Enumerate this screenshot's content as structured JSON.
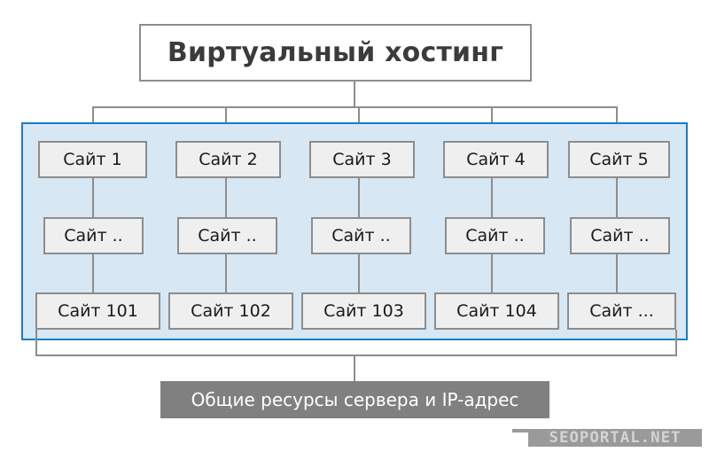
{
  "diagram": {
    "title": "Виртуальный хостинг",
    "panel": {
      "background_color": "#d7e7f4",
      "border_color": "#1a7ec6",
      "rows": [
        {
          "row_name": "row-1",
          "boxes": [
            {
              "label": "Сайт 1"
            },
            {
              "label": "Сайт 2"
            },
            {
              "label": "Сайт 3"
            },
            {
              "label": "Сайт 4"
            },
            {
              "label": "Сайт 5"
            }
          ]
        },
        {
          "row_name": "row-2",
          "boxes": [
            {
              "label": "Сайт .."
            },
            {
              "label": "Сайт .."
            },
            {
              "label": "Сайт .."
            },
            {
              "label": "Сайт .."
            },
            {
              "label": "Сайт .."
            }
          ]
        },
        {
          "row_name": "row-3",
          "boxes": [
            {
              "label": "Сайт 101"
            },
            {
              "label": "Сайт 102"
            },
            {
              "label": "Сайт 103"
            },
            {
              "label": "Сайт 104"
            },
            {
              "label": "Сайт ..."
            }
          ]
        }
      ]
    },
    "footer": {
      "label": "Общие ресурсы сервера и IP-адрес",
      "background_color": "#808080",
      "text_color": "#ffffff"
    },
    "watermark": {
      "text": "SEOPORTAL.NET"
    },
    "colors": {
      "box_fill": "#efefef",
      "box_border": "#8d8d8d",
      "title_text": "#3b3b3b",
      "connector": "#8d8d8d"
    }
  }
}
